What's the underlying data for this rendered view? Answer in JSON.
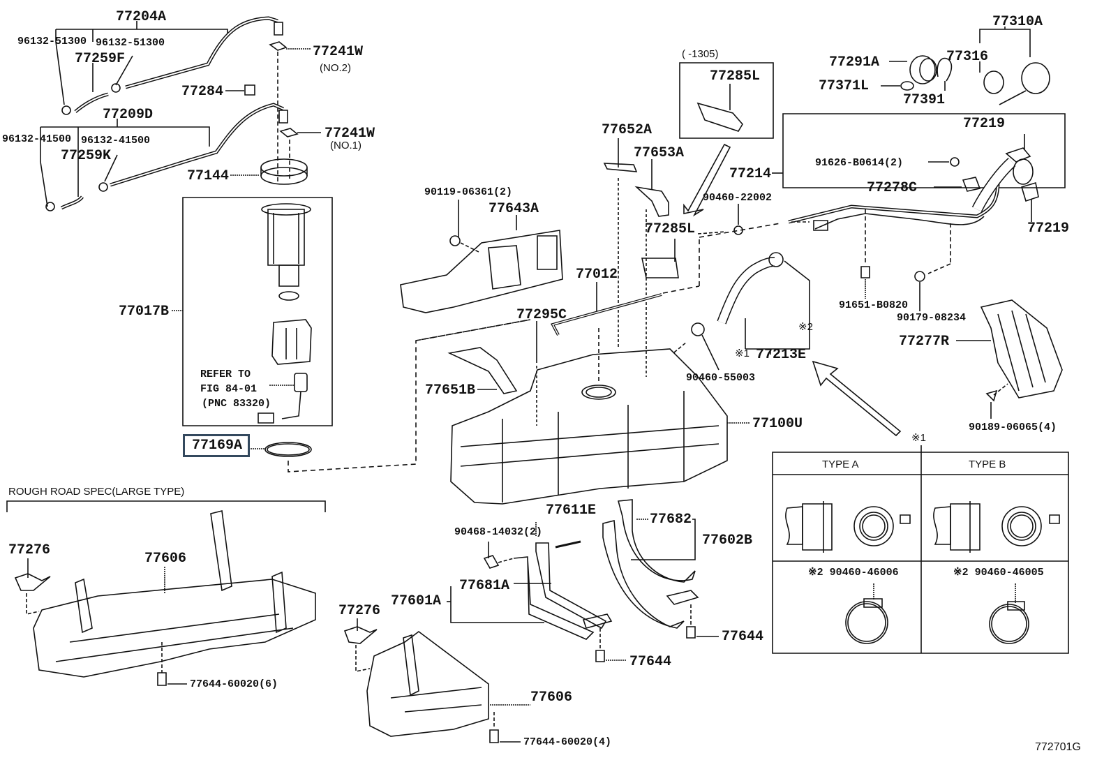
{
  "diagram": {
    "figure_id": "772701G",
    "highlight_color": "#34495e",
    "highlighted_part": "77169A",
    "labels": {
      "p77204A": "77204A",
      "p96132_51300_a": "96132-51300",
      "p96132_51300_b": "96132-51300",
      "p77259F": "77259F",
      "p77241W_2": "77241W",
      "no2": "(NO.2)",
      "p77284": "77284",
      "p77209D": "77209D",
      "p96132_41500_a": "96132-41500",
      "p96132_41500_b": "96132-41500",
      "p77259K": "77259K",
      "p77241W_1": "77241W",
      "no1": "(NO.1)",
      "p77144": "77144",
      "p77017B": "77017B",
      "refer1": "REFER TO",
      "refer2": "FIG 84-01",
      "refer3": "(PNC 83320)",
      "p77169A": "77169A",
      "range_note": "(     -1305)",
      "p77285L_box": "77285L",
      "p77652A": "77652A",
      "p77653A": "77653A",
      "p90119": "90119-06361(2)",
      "p77643A": "77643A",
      "p77285L": "77285L",
      "p77012": "77012",
      "p77295C": "77295C",
      "p77651B": "77651B",
      "p77100U": "77100U",
      "p90460_22002": "90460-22002",
      "p90460_55003": "90460-55003",
      "mark1_77213E": "※1",
      "p77213E": "77213E",
      "mark2": "※2",
      "p77310A": "77310A",
      "p77291A": "77291A",
      "p77316": "77316",
      "p77371L": "77371L",
      "p77391": "77391",
      "p77214": "77214",
      "p77219_top": "77219",
      "p91626": "91626-B0614(2)",
      "p77278C": "77278C",
      "p77219_bot": "77219",
      "p91651": "91651-B0820",
      "p90179": "90179-08234",
      "p77277R": "77277R",
      "p90189": "90189-06065(4)",
      "mark1": "※1",
      "rough_road": "ROUGH ROAD SPEC(LARGE TYPE)",
      "p77276_a": "77276",
      "p77606_a": "77606",
      "p77644_6": "77644-60020(6)",
      "p77276_b": "77276",
      "p77606_b": "77606",
      "p77644_4": "77644-60020(4)",
      "p77611E": "77611E",
      "p90468": "90468-14032(2)",
      "p77681A": "77681A",
      "p77601A": "77601A",
      "p77682": "77682",
      "p77602B": "77602B",
      "p77644_a": "77644",
      "p77644_b": "77644"
    },
    "type_table": {
      "type_a_header": "TYPE  A",
      "type_b_header": "TYPE  B",
      "type_a_clamp": "※2 90460-46006",
      "type_b_clamp": "※2 90460-46005"
    }
  }
}
